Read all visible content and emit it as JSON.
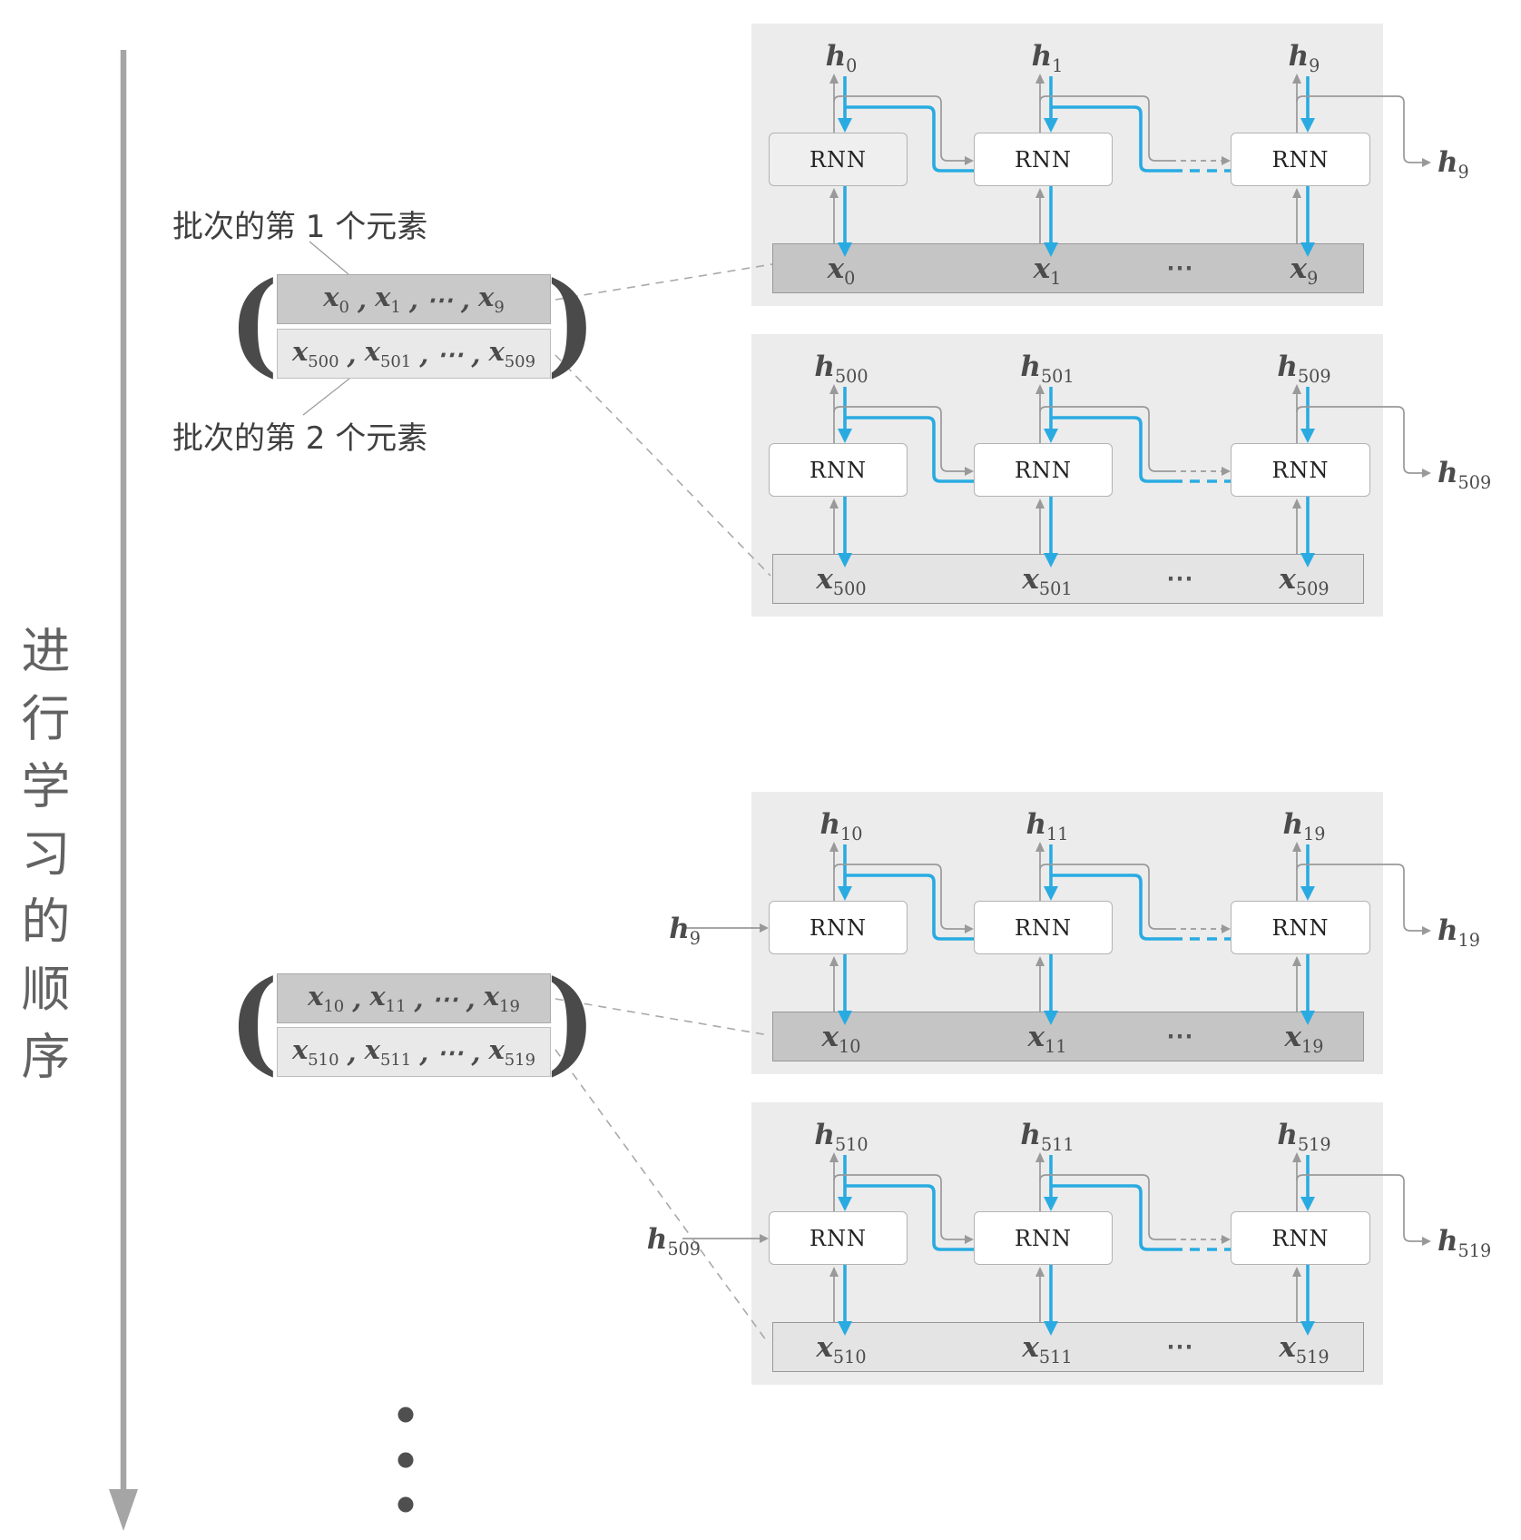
{
  "colors": {
    "blue": "#29abe2",
    "line-gray": "#999999",
    "panel-bg": "#ececec",
    "strip-dark": "#c5c5c5",
    "strip-light": "#e4e4e4",
    "row-dark": "#c9c9c9",
    "row-light": "#e9e9e9",
    "math-text": "#4c4c4c",
    "big-arrow": "#a5a5a5"
  },
  "learning_order_label": "进行学习的顺序",
  "annotations": {
    "first": "批次的第 1 个元素",
    "second": "批次的第 2 个元素"
  },
  "tuples": [
    {
      "paren_open": "(",
      "paren_close": ")",
      "rows": [
        {
          "items": [
            {
              "b": "x",
              "s": "0"
            },
            {
              "b": ",",
              "s": ""
            },
            {
              "b": "x",
              "s": "1"
            },
            {
              "b": ",",
              "s": ""
            },
            {
              "b": "⋯",
              "s": ""
            },
            {
              "b": ",",
              "s": ""
            },
            {
              "b": "x",
              "s": "9"
            }
          ]
        },
        {
          "items": [
            {
              "b": "x",
              "s": "500"
            },
            {
              "b": ",",
              "s": ""
            },
            {
              "b": "x",
              "s": "501"
            },
            {
              "b": ",",
              "s": ""
            },
            {
              "b": "⋯",
              "s": ""
            },
            {
              "b": ",",
              "s": ""
            },
            {
              "b": "x",
              "s": "509"
            }
          ]
        }
      ]
    },
    {
      "paren_open": "(",
      "paren_close": ")",
      "rows": [
        {
          "items": [
            {
              "b": "x",
              "s": "10"
            },
            {
              "b": ",",
              "s": ""
            },
            {
              "b": "x",
              "s": "11"
            },
            {
              "b": ",",
              "s": ""
            },
            {
              "b": "⋯",
              "s": ""
            },
            {
              "b": ",",
              "s": ""
            },
            {
              "b": "x",
              "s": "19"
            }
          ]
        },
        {
          "items": [
            {
              "b": "x",
              "s": "510"
            },
            {
              "b": ",",
              "s": ""
            },
            {
              "b": "x",
              "s": "511"
            },
            {
              "b": ",",
              "s": ""
            },
            {
              "b": "⋯",
              "s": ""
            },
            {
              "b": ",",
              "s": ""
            },
            {
              "b": "x",
              "s": "519"
            }
          ]
        }
      ]
    }
  ],
  "panels": [
    {
      "rnn": "RNN",
      "h_top": [
        {
          "b": "h",
          "s": "0"
        },
        {
          "b": "h",
          "s": "1"
        },
        {
          "b": "h",
          "s": "9"
        }
      ],
      "x_strip": [
        {
          "b": "x",
          "s": "0"
        },
        {
          "b": "x",
          "s": "1"
        },
        {
          "b": "x",
          "s": "9"
        }
      ],
      "ellipsis": "⋯",
      "h_out": {
        "b": "h",
        "s": "9"
      }
    },
    {
      "rnn": "RNN",
      "h_top": [
        {
          "b": "h",
          "s": "500"
        },
        {
          "b": "h",
          "s": "501"
        },
        {
          "b": "h",
          "s": "509"
        }
      ],
      "x_strip": [
        {
          "b": "x",
          "s": "500"
        },
        {
          "b": "x",
          "s": "501"
        },
        {
          "b": "x",
          "s": "509"
        }
      ],
      "ellipsis": "⋯",
      "h_out": {
        "b": "h",
        "s": "509"
      }
    },
    {
      "rnn": "RNN",
      "h_top": [
        {
          "b": "h",
          "s": "10"
        },
        {
          "b": "h",
          "s": "11"
        },
        {
          "b": "h",
          "s": "19"
        }
      ],
      "x_strip": [
        {
          "b": "x",
          "s": "10"
        },
        {
          "b": "x",
          "s": "11"
        },
        {
          "b": "x",
          "s": "19"
        }
      ],
      "ellipsis": "⋯",
      "h_out": {
        "b": "h",
        "s": "19"
      },
      "h_in": {
        "b": "h",
        "s": "9"
      }
    },
    {
      "rnn": "RNN",
      "h_top": [
        {
          "b": "h",
          "s": "510"
        },
        {
          "b": "h",
          "s": "511"
        },
        {
          "b": "h",
          "s": "519"
        }
      ],
      "x_strip": [
        {
          "b": "x",
          "s": "510"
        },
        {
          "b": "x",
          "s": "511"
        },
        {
          "b": "x",
          "s": "519"
        }
      ],
      "ellipsis": "⋯",
      "h_out": {
        "b": "h",
        "s": "519"
      },
      "h_in": {
        "b": "h",
        "s": "509"
      }
    }
  ]
}
